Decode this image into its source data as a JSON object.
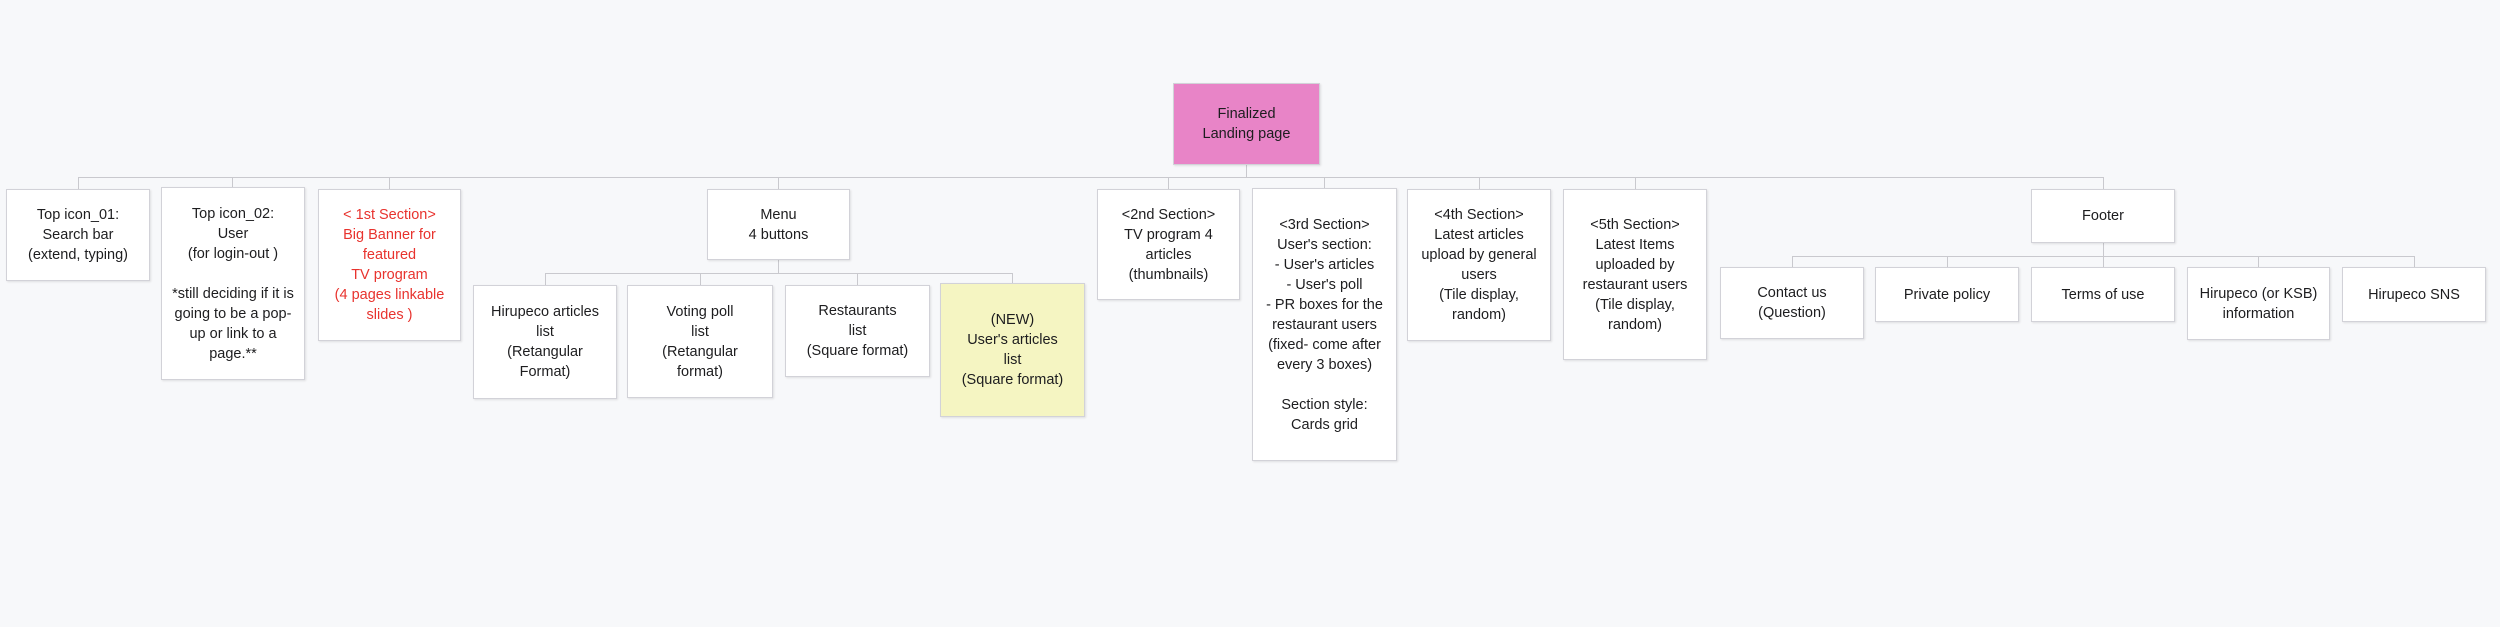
{
  "diagram": {
    "title": "Finalized Landing page sitemap",
    "colors": {
      "background": "#f7f8fa",
      "node_fill": "#ffffff",
      "node_border": "#d2d2d8",
      "root_pink": "#e884c7",
      "highlight_yellow": "#f5f5c2",
      "alert_red": "#e8332e",
      "connector_gray": "#c9c9ce",
      "text": "#1d1d1f"
    },
    "nodes": {
      "root": {
        "text": "Finalized\nLanding page"
      },
      "top_icon_01": {
        "text": "Top icon_01:\nSearch bar\n(extend, typing)"
      },
      "top_icon_02": {
        "text": "Top icon_02:\nUser\n(for login-out )\n\n*still deciding if it is\ngoing to be a pop-\nup or link to a\npage.**"
      },
      "section_1": {
        "text": "< 1st Section>\nBig Banner  for\nfeatured\nTV program\n(4 pages linkable\nslides )"
      },
      "menu": {
        "text": "Menu\n4 buttons"
      },
      "hirupeco_articles": {
        "text": "Hirupeco articles\nlist\n(Retangular\nFormat)"
      },
      "voting_poll": {
        "text": "Voting poll\nlist\n(Retangular\nformat)"
      },
      "restaurants": {
        "text": "Restaurants\nlist\n(Square format)"
      },
      "users_articles": {
        "text": "(NEW)\nUser's articles\nlist\n(Square format)"
      },
      "section_2": {
        "text": "<2nd Section>\nTV program 4\narticles\n(thumbnails)"
      },
      "section_3": {
        "text": "<3rd Section>\nUser's section:\n- User's articles\n- User's poll\n- PR boxes for the\nrestaurant users\n(fixed- come after\nevery 3 boxes)\n\nSection style:\nCards grid"
      },
      "section_4": {
        "text": "<4th Section>\nLatest articles\nupload by general\nusers\n(Tile display,\nrandom)"
      },
      "section_5": {
        "text": "<5th Section>\nLatest Items\nuploaded by\nrestaurant users\n(Tile display,\nrandom)"
      },
      "footer": {
        "text": "Footer"
      },
      "contact_us": {
        "text": "Contact us\n(Question)"
      },
      "private_policy": {
        "text": "Private policy"
      },
      "terms_of_use": {
        "text": "Terms of use"
      },
      "hirupeco_info": {
        "text": "Hirupeco (or KSB)\ninformation"
      },
      "hirupeco_sns": {
        "text": "Hirupeco SNS"
      }
    }
  }
}
